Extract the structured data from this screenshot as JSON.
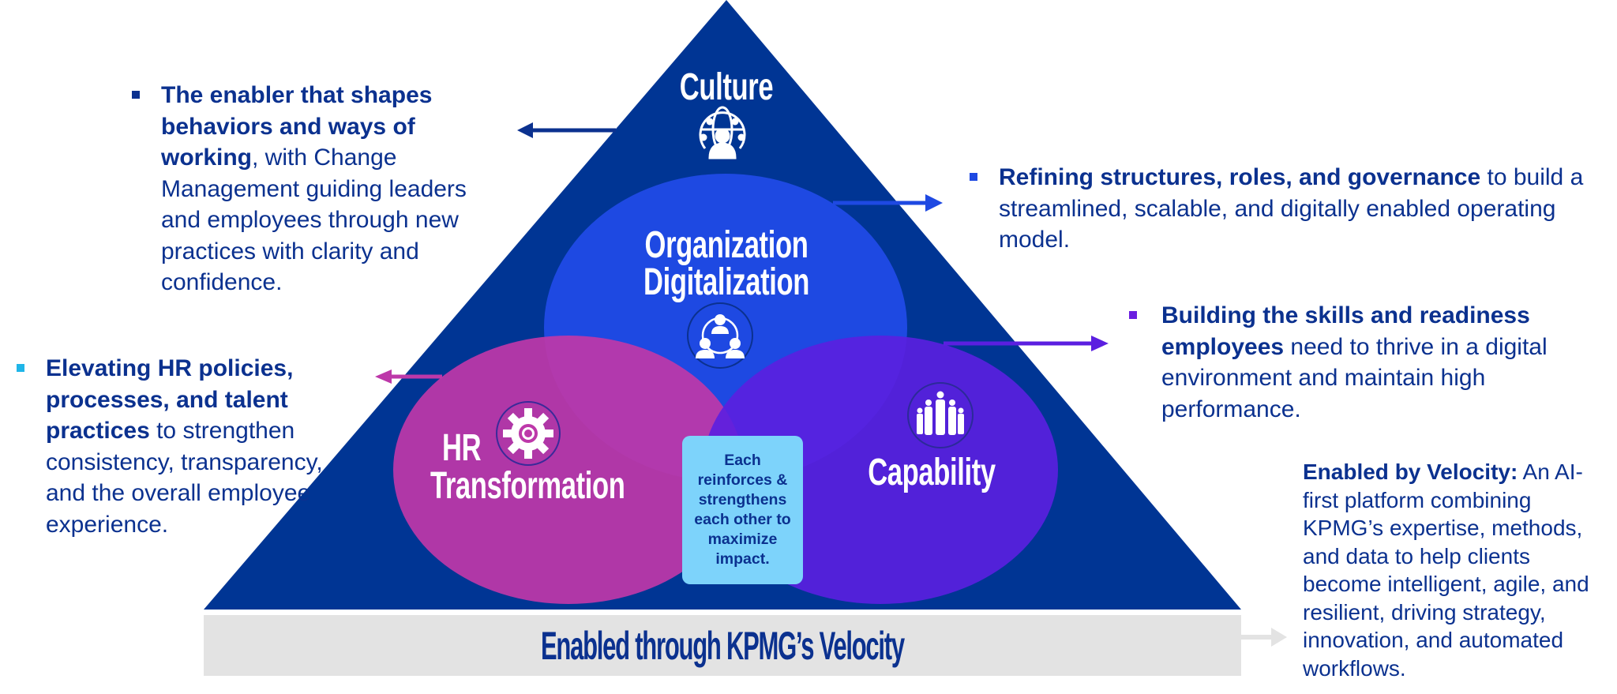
{
  "colors": {
    "triangle": "#003594",
    "org_circle": "#1e49e2",
    "hr_circle": "#bd38a9",
    "capability_circle": "#5b1fe0",
    "center_box": "#7dd3fb",
    "base_bar": "#e3e3e3",
    "text": "#0b318f",
    "bullet_culture": "#0b318f",
    "bullet_org": "#1e49e2",
    "bullet_capability": "#6b1fe0",
    "bullet_hr": "#1fb5e8"
  },
  "pyramid": {
    "culture_label": "Culture",
    "culture_icon": "global-leader-icon",
    "org_label_line1": "Organization",
    "org_label_line2": "Digitalization",
    "org_icon": "team-network-icon",
    "hr_label_line1": "HR",
    "hr_label_line2": "Transformation",
    "hr_icon": "gear-icon",
    "capability_label": "Capability",
    "capability_icon": "people-group-icon",
    "center_text": "Each reinforces & strengthens each other to maximize impact.",
    "base_label": "Enabled through KPMG’s Velocity"
  },
  "callouts": {
    "culture": {
      "bold": "The enabler that shapes behaviors and ways of working",
      "rest": ", with Change Management guiding leaders and employees through new practices with clarity and confidence."
    },
    "org": {
      "bold": "Refining structures, roles, and governance",
      "rest": " to build a streamlined, scalable, and digitally enabled operating model."
    },
    "capability": {
      "bold": "Building the skills and readiness employees",
      "rest": " need to thrive in a digital environment and maintain high performance."
    },
    "hr": {
      "bold": "Elevating HR policies, processes, and talent practices",
      "rest": " to strengthen consistency, transparency, and the overall employee experience."
    },
    "velocity": {
      "bold": "Enabled by Velocity:",
      "rest": " An AI-first platform combining KPMG’s expertise, methods, and data to help clients become intelligent, agile, and resilient, driving strategy, innovation, and automated workflows."
    }
  }
}
